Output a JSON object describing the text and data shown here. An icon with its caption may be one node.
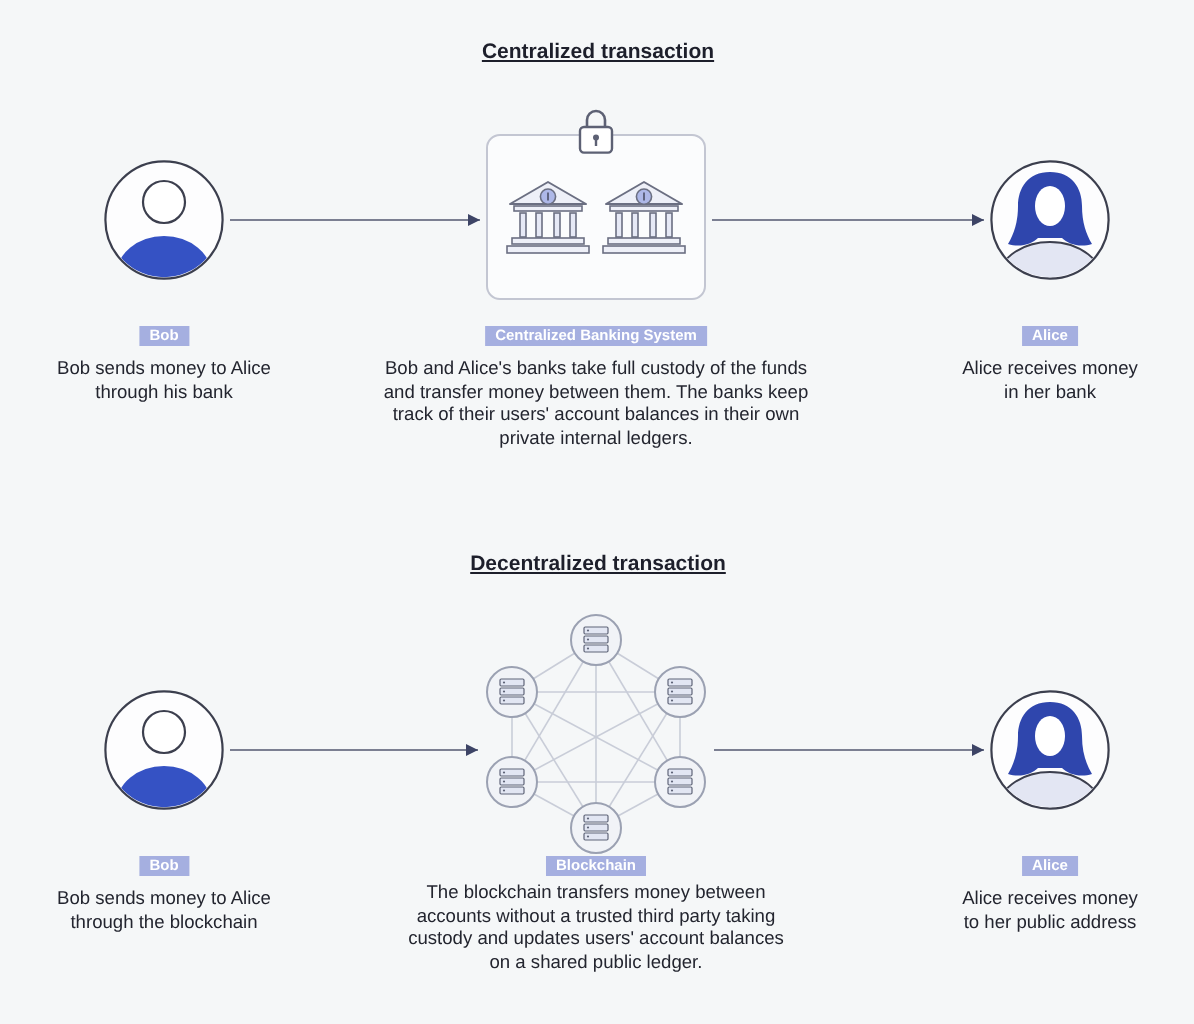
{
  "diagram": {
    "nodes": [
      {
        "text": [
          "Bob",
          "Bob sends money to Alice through his bank"
        ]
      },
      {
        "text": [
          "Centralized Banking System",
          "Bob and Alice's banks take full custody of the funds and transfer money between them. The banks keep track of their users' account balances in their own private internal ledgers."
        ]
      },
      {
        "text": [
          "Alice",
          "Alice receives money in her bank"
        ]
      },
      {
        "text": [
          "Bob",
          "Bob sends money to Alice through the blockchain"
        ]
      },
      {
        "text": [
          "Blockchain",
          "The blockchain transfers money between accounts without a trusted third party taking custody and updates users' account balances on a shared public ledger."
        ]
      },
      {
        "text": [
          "Alice",
          "Alice receives money to her public address"
        ]
      }
    ],
    "edges": [
      {
        "from": 0,
        "to": 1,
        "arrow": "to"
      },
      {
        "from": 1,
        "to": 2,
        "arrow": "to"
      },
      {
        "from": 3,
        "to": 4,
        "arrow": "to"
      },
      {
        "from": 4,
        "to": 5,
        "arrow": "to"
      }
    ],
    "labels": [
      "Centralized transaction",
      "Decentralized transaction"
    ]
  }
}
